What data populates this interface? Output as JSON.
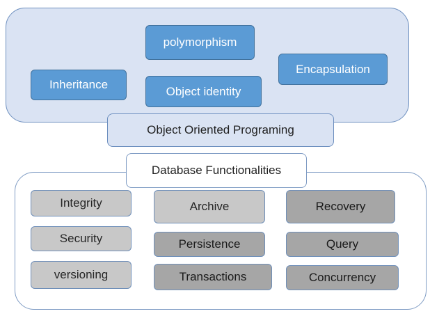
{
  "oop": {
    "label": "Object Oriented  Programing",
    "concepts": {
      "polymorphism": "polymorphism",
      "encapsulation": "Encapsulation",
      "inheritance": "Inheritance",
      "object_identity": "Object identity"
    }
  },
  "database": {
    "label": "Database Functionalities",
    "functionalities": {
      "integrity": "Integrity",
      "security": "Security",
      "versioning": "versioning",
      "archive": "Archive",
      "persistence": "Persistence",
      "transactions": "Transactions",
      "recovery": "Recovery",
      "query": "Query",
      "concurrency": "Concurrency"
    }
  },
  "colors": {
    "concept_fill": "#5b9bd5",
    "panel_fill": "#dae3f3",
    "functionality_fill_light": "#c8c8c8",
    "functionality_fill_dark": "#a6a6a6"
  }
}
